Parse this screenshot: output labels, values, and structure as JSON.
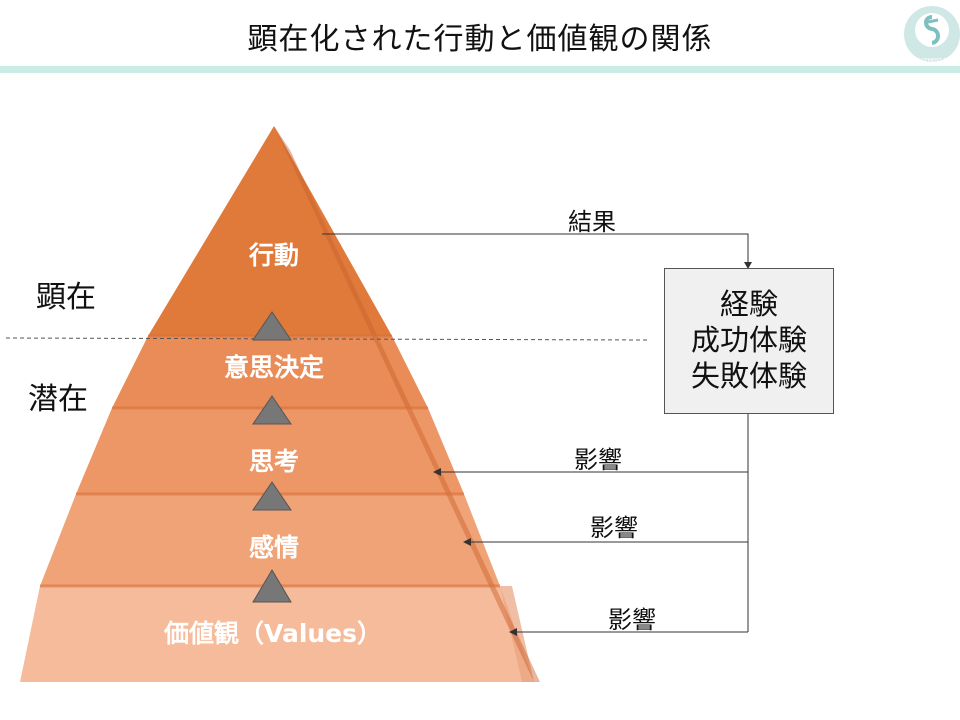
{
  "title": "顕在化された行動と価値観の関係",
  "logo": {
    "icon": "engagement-card-logo-icon",
    "text": "ENGAGEMENT CARD",
    "color": "#7fbfbf"
  },
  "colors": {
    "title_rule": "#c9ede5",
    "tier_top": "#e07a3a",
    "tier_2": "#ea8c57",
    "tier_3": "#ee9766",
    "tier_4": "#f1a378",
    "tier_5": "#f6bb9a",
    "arrow_triangle": "#777777"
  },
  "side_labels": {
    "manifest": "顕在",
    "latent": "潜在"
  },
  "pyramid": {
    "tiers": [
      {
        "label": "行動"
      },
      {
        "label": "意思決定"
      },
      {
        "label": "思考"
      },
      {
        "label": "感情"
      },
      {
        "label": "価値観（Values）"
      }
    ]
  },
  "result_label": "結果",
  "experience": {
    "lines": [
      "経験",
      "成功体験",
      "失敗体験"
    ]
  },
  "influence_labels": [
    "影響",
    "影響",
    "影響"
  ]
}
